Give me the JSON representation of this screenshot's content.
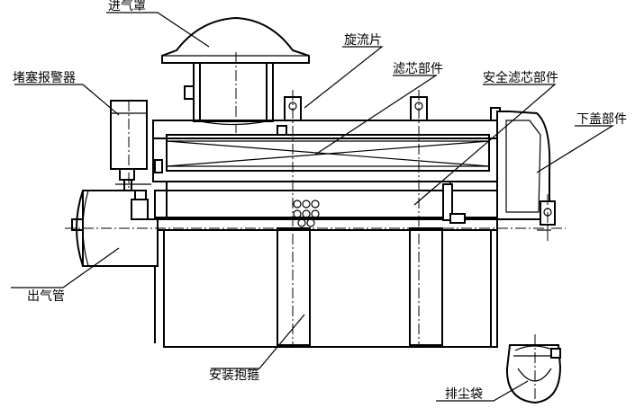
{
  "labels": {
    "intake_hood": "进气罩",
    "swirl_vane": "旋流片",
    "filter_element": "滤芯部件",
    "safety_filter": "安全滤芯部件",
    "clog_alarm": "堵塞报警器",
    "lower_cover": "下盖部件",
    "outlet_pipe": "出气管",
    "mounting_clamp": "安装抱箍",
    "dust_bag": "排尘袋"
  }
}
